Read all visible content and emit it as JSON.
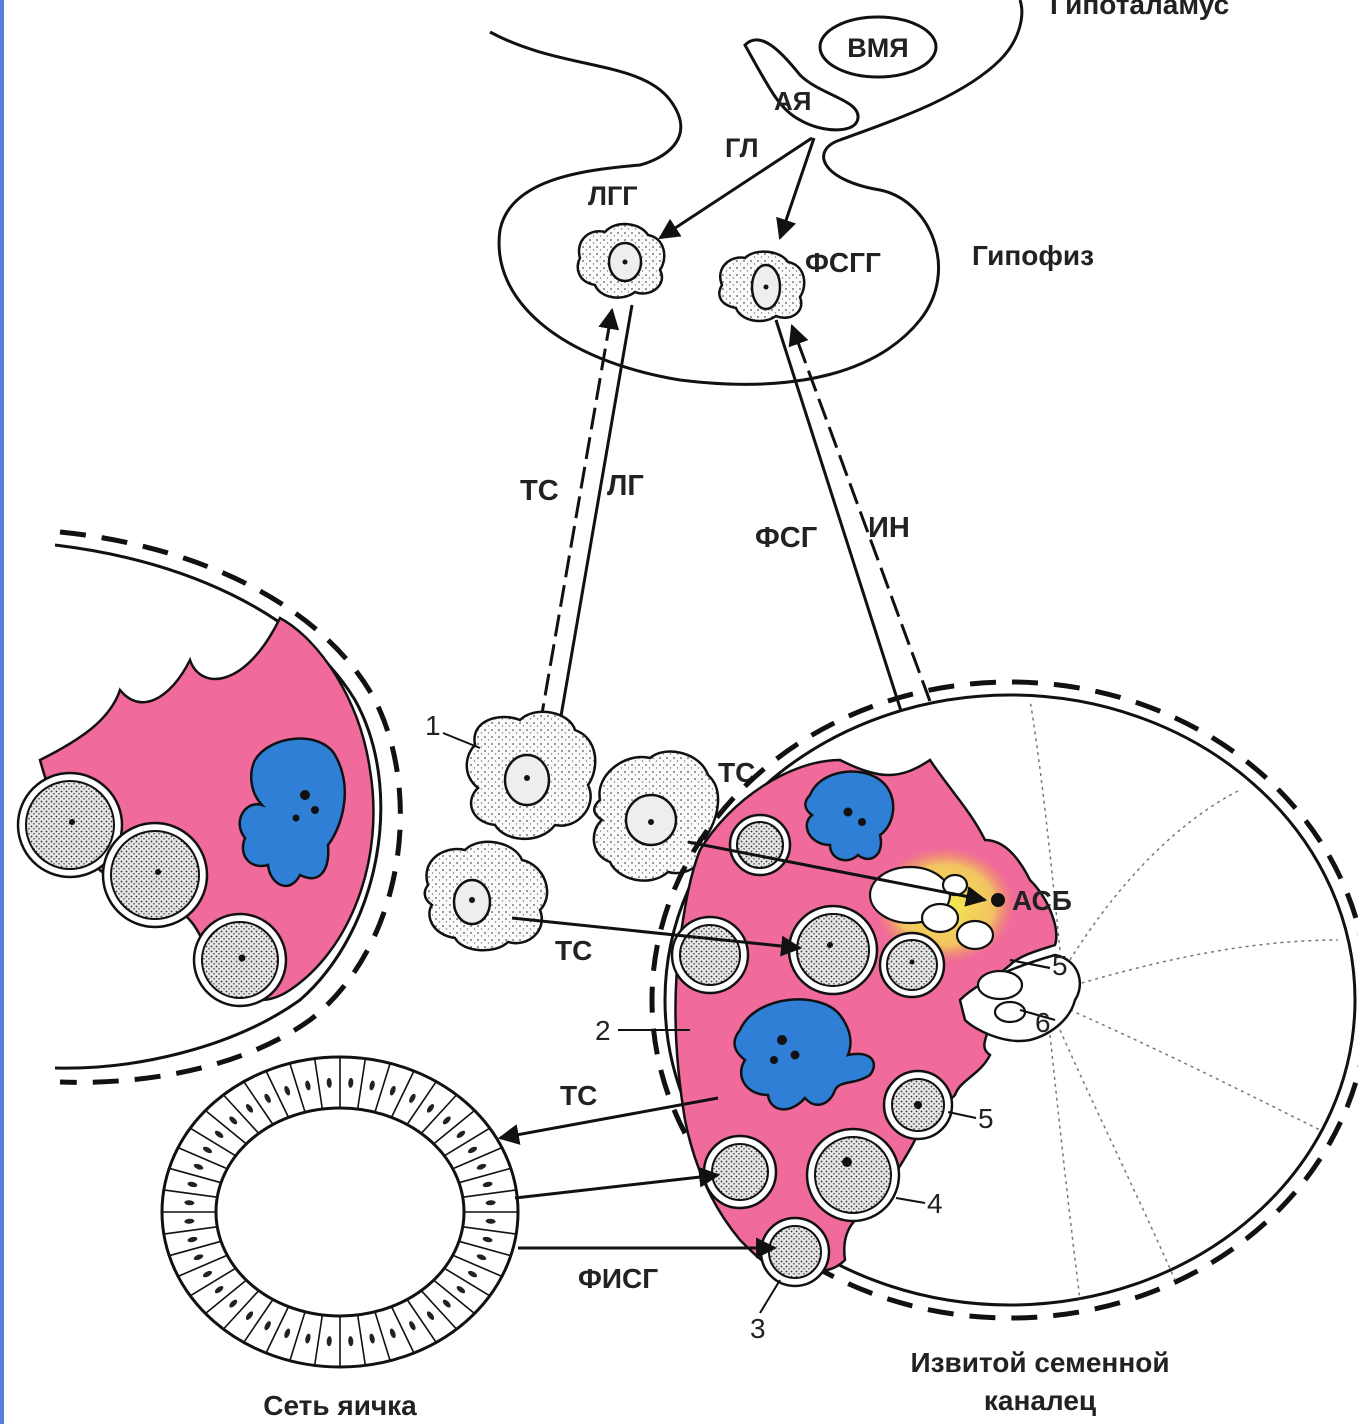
{
  "labels": {
    "hypothalamus": "Гипоталамус",
    "vmn": "ВМЯ",
    "arc": "АЯ",
    "gl": "ГЛ",
    "lhg": "ЛГГ",
    "fshg": "ФСГГ",
    "pituitary": "Гипофиз",
    "ts_left": "ТС",
    "lh": "ЛГ",
    "fsh": "ФСГ",
    "inhibin": "ИН",
    "ts_top": "ТС",
    "ts_mid": "ТС",
    "ts_low": "ТС",
    "abp": "АСБ",
    "fisg": "ФИСГ",
    "rete": "Сеть яичка",
    "tubule_line1": "Извитой семенной",
    "tubule_line2": "каналец"
  },
  "numbers": {
    "n1": "1",
    "n2": "2",
    "n3": "3",
    "n4": "4",
    "n5a": "5",
    "n5b": "5",
    "n6": "6"
  },
  "colors": {
    "sertoli_cytoplasm": "#f06a9c",
    "sertoli_nucleus": "#2f7fd6",
    "highlight": "#f0f03a",
    "outline": "#111111"
  }
}
